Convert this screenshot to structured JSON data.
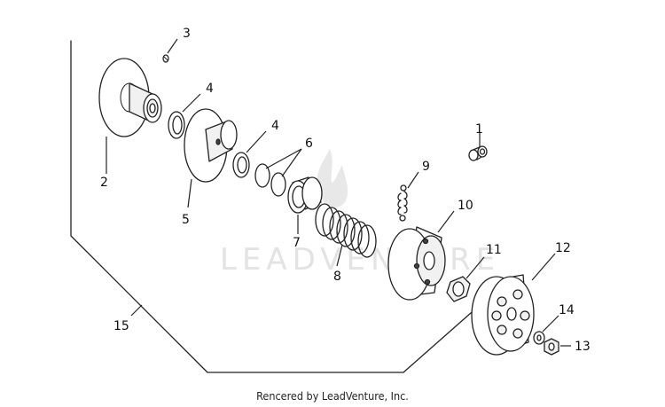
{
  "watermark": "LEADVENTURE",
  "credit": "Rencered by LeadVenture, Inc.",
  "callouts": {
    "c1": "1",
    "c2": "2",
    "c3": "3",
    "c4a": "4",
    "c4b": "4",
    "c5": "5",
    "c6": "6",
    "c7": "7",
    "c8": "8",
    "c9": "9",
    "c10": "10",
    "c11": "11",
    "c12": "12",
    "c13": "13",
    "c14": "14",
    "c15": "15"
  }
}
